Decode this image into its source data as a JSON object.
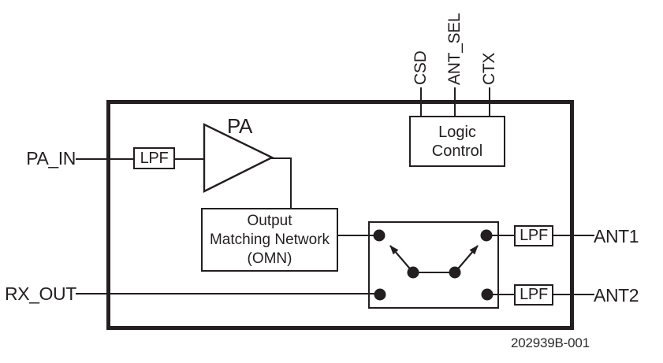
{
  "diagram": {
    "figure_code": "202939B-001",
    "ports": {
      "pa_in": "PA_IN",
      "rx_out": "RX_OUT",
      "ant1": "ANT1",
      "ant2": "ANT2"
    },
    "control_pins": {
      "csd": "CSD",
      "ant_sel": "ANT_SEL",
      "ctx": "CTX"
    },
    "blocks": {
      "pa": "PA",
      "lpf": "LPF",
      "omn_line1": "Output",
      "omn_line2": "Matching Network",
      "omn_line3": "(OMN)",
      "logic_line1": "Logic",
      "logic_line2": "Control"
    },
    "colors": {
      "ink": "#231f20",
      "background": "#ffffff"
    }
  }
}
